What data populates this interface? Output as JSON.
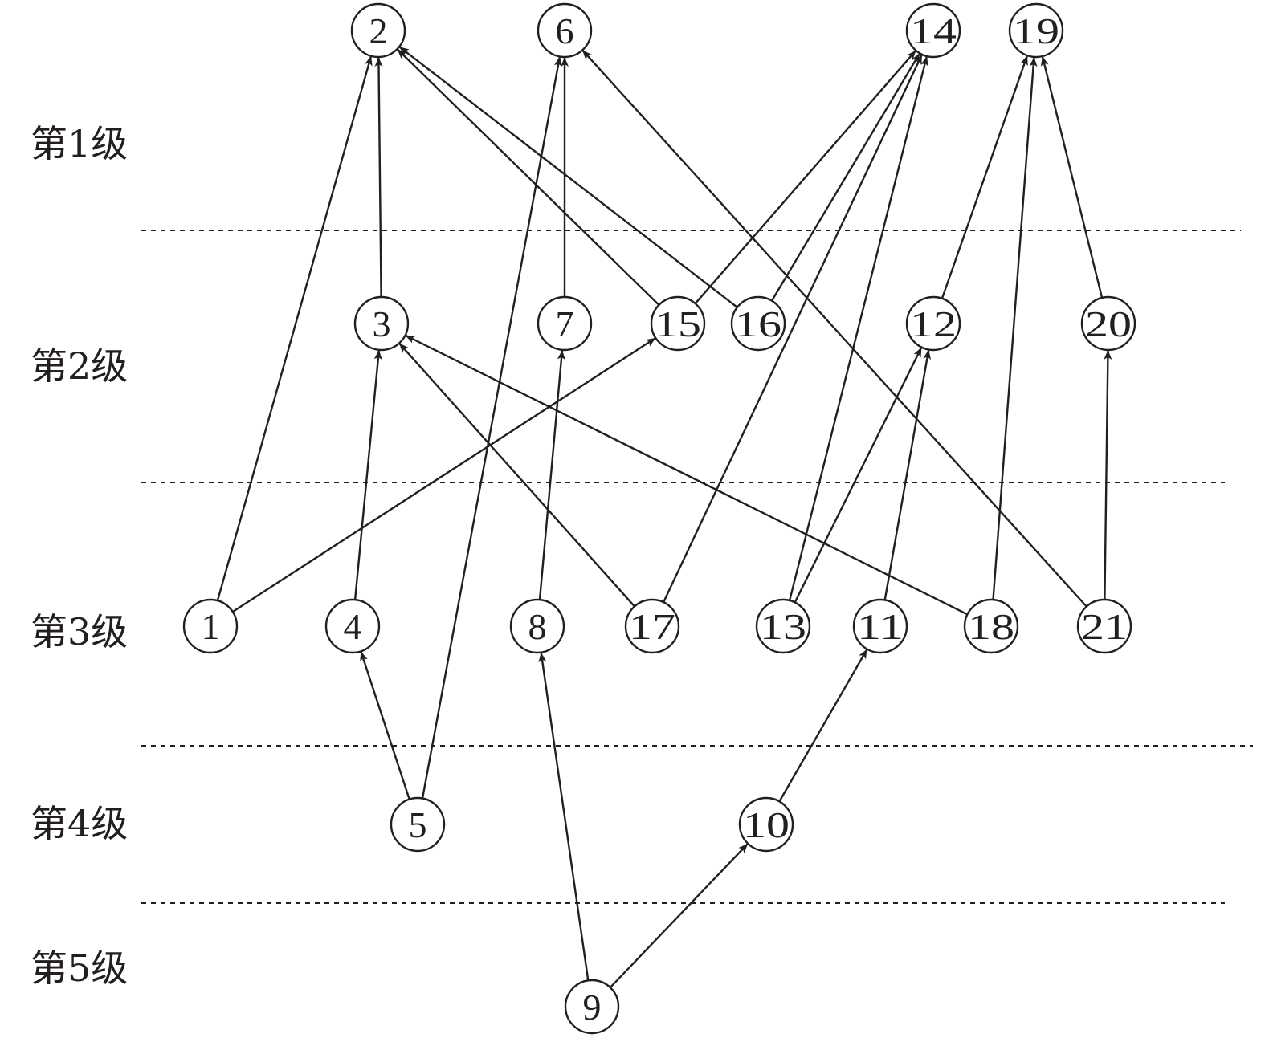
{
  "levels": [
    {
      "id": "L1",
      "label": "第1级"
    },
    {
      "id": "L2",
      "label": "第2级"
    },
    {
      "id": "L3",
      "label": "第3级"
    },
    {
      "id": "L4",
      "label": "第4级"
    },
    {
      "id": "L5",
      "label": "第5级"
    }
  ],
  "nodes": [
    {
      "id": "2",
      "label": "2",
      "level": 1
    },
    {
      "id": "6",
      "label": "6",
      "level": 1
    },
    {
      "id": "14",
      "label": "14",
      "level": 1
    },
    {
      "id": "19",
      "label": "19",
      "level": 1
    },
    {
      "id": "3",
      "label": "3",
      "level": 2
    },
    {
      "id": "7",
      "label": "7",
      "level": 2
    },
    {
      "id": "15",
      "label": "15",
      "level": 2
    },
    {
      "id": "16",
      "label": "16",
      "level": 2
    },
    {
      "id": "12",
      "label": "12",
      "level": 2
    },
    {
      "id": "20",
      "label": "20",
      "level": 2
    },
    {
      "id": "1",
      "label": "1",
      "level": 3
    },
    {
      "id": "4",
      "label": "4",
      "level": 3
    },
    {
      "id": "8",
      "label": "8",
      "level": 3
    },
    {
      "id": "17",
      "label": "17",
      "level": 3
    },
    {
      "id": "13",
      "label": "13",
      "level": 3
    },
    {
      "id": "11",
      "label": "11",
      "level": 3
    },
    {
      "id": "18",
      "label": "18",
      "level": 3
    },
    {
      "id": "21",
      "label": "21",
      "level": 3
    },
    {
      "id": "5",
      "label": "5",
      "level": 4
    },
    {
      "id": "10",
      "label": "10",
      "level": 4
    },
    {
      "id": "9",
      "label": "9",
      "level": 5
    }
  ],
  "edges": [
    {
      "from": "1",
      "to": "2"
    },
    {
      "from": "1",
      "to": "15"
    },
    {
      "from": "3",
      "to": "2"
    },
    {
      "from": "15",
      "to": "2"
    },
    {
      "from": "16",
      "to": "2"
    },
    {
      "from": "7",
      "to": "6"
    },
    {
      "from": "5",
      "to": "6"
    },
    {
      "from": "21",
      "to": "6"
    },
    {
      "from": "15",
      "to": "14"
    },
    {
      "from": "16",
      "to": "14"
    },
    {
      "from": "17",
      "to": "14"
    },
    {
      "from": "13",
      "to": "14"
    },
    {
      "from": "12",
      "to": "19"
    },
    {
      "from": "18",
      "to": "19"
    },
    {
      "from": "20",
      "to": "19"
    },
    {
      "from": "4",
      "to": "3"
    },
    {
      "from": "17",
      "to": "3"
    },
    {
      "from": "18",
      "to": "3"
    },
    {
      "from": "8",
      "to": "7"
    },
    {
      "from": "13",
      "to": "12"
    },
    {
      "from": "11",
      "to": "12"
    },
    {
      "from": "21",
      "to": "20"
    },
    {
      "from": "5",
      "to": "4"
    },
    {
      "from": "9",
      "to": "8"
    },
    {
      "from": "10",
      "to": "11"
    },
    {
      "from": "9",
      "to": "10"
    }
  ]
}
